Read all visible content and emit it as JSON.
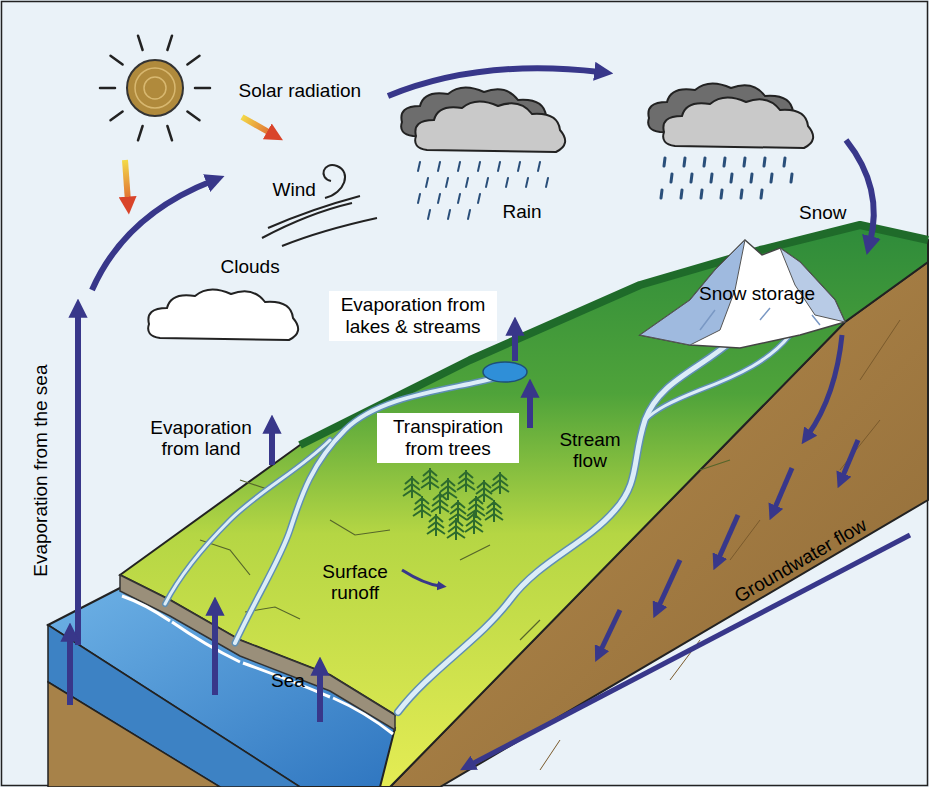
{
  "diagram": {
    "nodes": [
      {
        "text": [
          "Evaporation from lakes & streams"
        ]
      },
      {
        "text": [
          "Transpiration from trees"
        ]
      }
    ],
    "labels": [
      "Solar radiation",
      "Wind",
      "Clouds",
      "Rain",
      "Snow",
      "Snow storage",
      "Evaporation from the sea",
      "Evaporation from land",
      "Stream flow",
      "Surface runoff",
      "Sea",
      "Groundwater flow"
    ]
  }
}
